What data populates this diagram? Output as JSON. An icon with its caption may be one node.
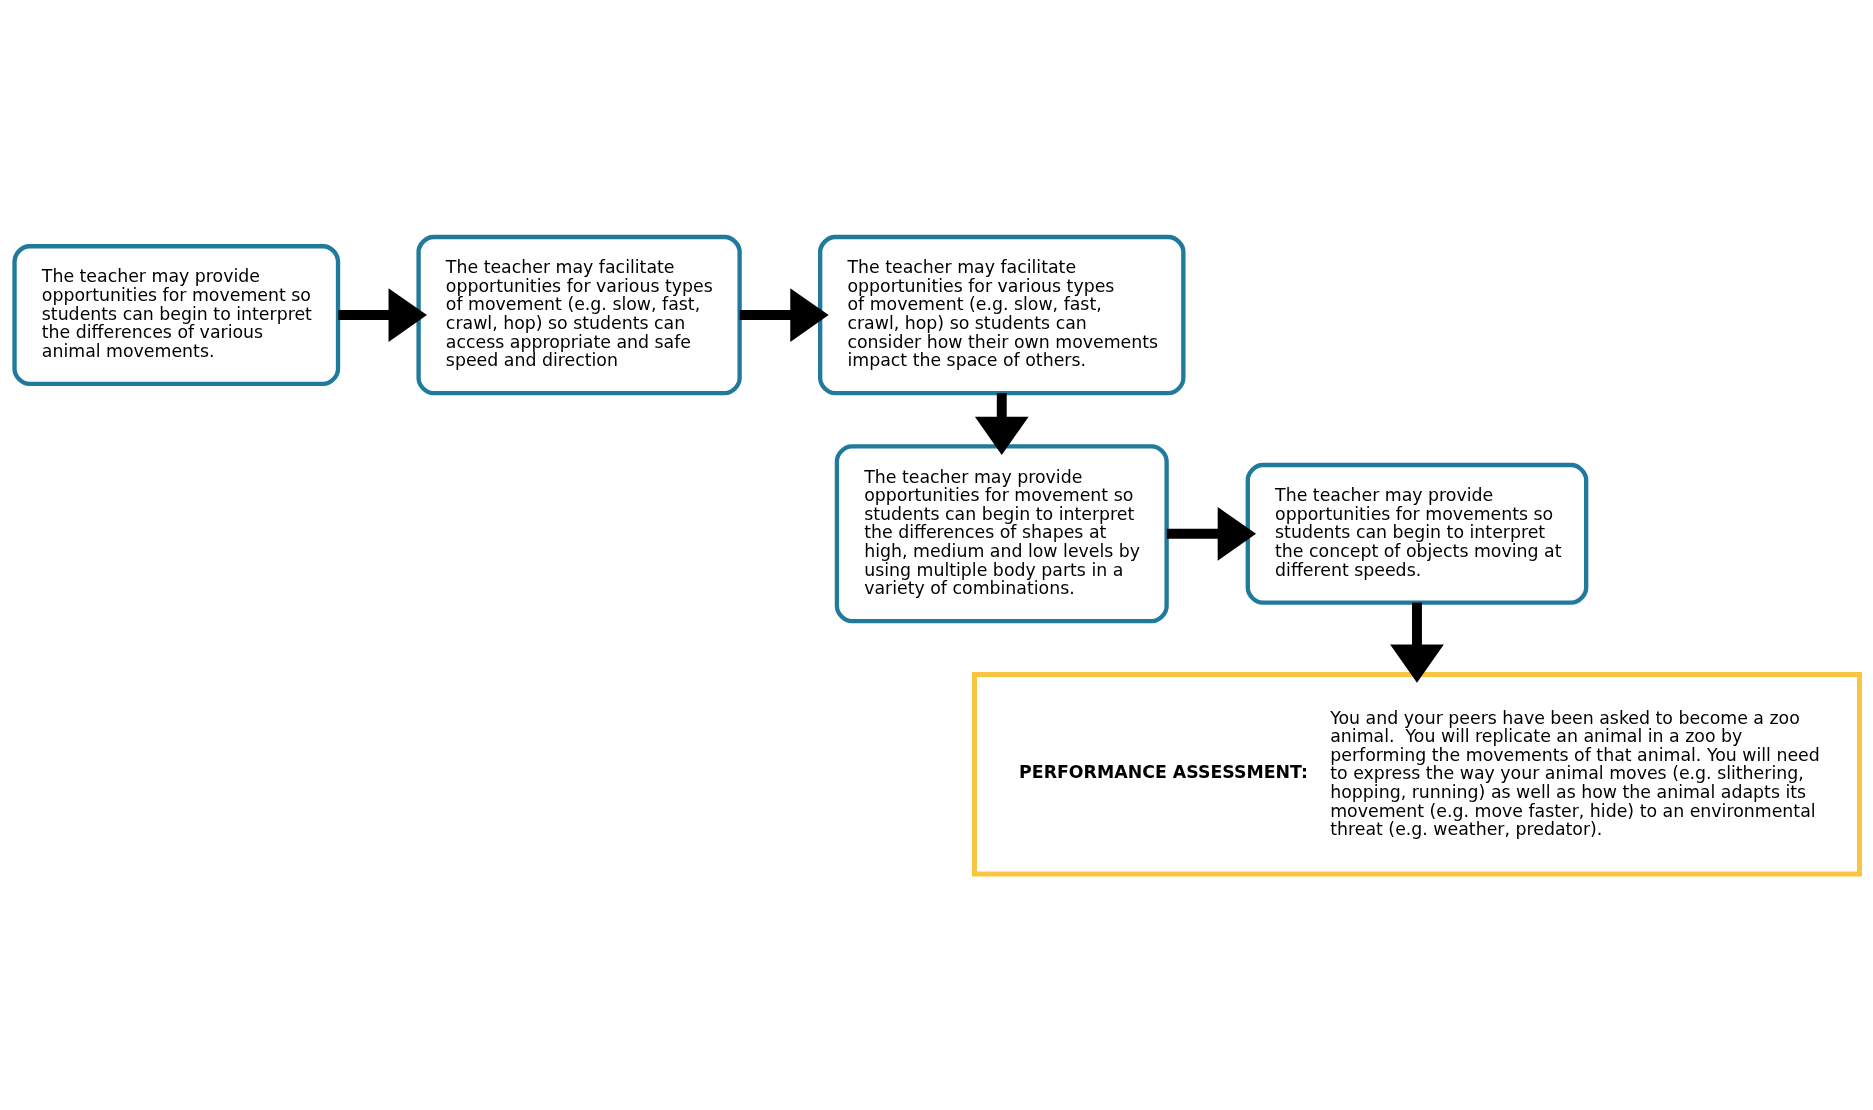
{
  "diagram": {
    "nodes": [
      {
        "text": [
          "The teacher may provide opportunities for movement so students can begin to interpret the differences of various animal movements."
        ]
      },
      {
        "text": [
          "The teacher may facilitate opportunities for various types of movement (e.g. slow, fast, crawl, hop) so students can access appropriate and safe speed and direction"
        ]
      },
      {
        "text": [
          "The teacher may facilitate opportunities for various types of movement (e.g. slow, fast, crawl, hop) so students can consider how their own movements impact the space of others."
        ]
      },
      {
        "text": [
          "The teacher may provide opportunities for movement so students can begin to interpret the differences of shapes at high, medium and low levels by using multiple body parts in a variety of combinations."
        ]
      },
      {
        "text": [
          "The teacher may provide opportunities for movements so students can begin to interpret the concept of objects moving at different speeds."
        ]
      },
      {
        "text": [
          "PERFORMANCE ASSESSMENT:",
          "You and your peers have been asked to become a zoo animal.  You will replicate an animal in a zoo by performing the movements of that animal. You will need to express the way your animal moves (e.g. slithering, hopping, running) as well as how the animal adapts its movement (e.g. move faster, hide) to an environmental threat (e.g. weather, predator)."
        ]
      }
    ],
    "edges": [
      {
        "from": 0,
        "to": 1,
        "arrow": "to"
      },
      {
        "from": 1,
        "to": 2,
        "arrow": "to"
      },
      {
        "from": 2,
        "to": 3,
        "arrow": "to"
      },
      {
        "from": 3,
        "to": 4,
        "arrow": "to"
      },
      {
        "from": 4,
        "to": 5,
        "arrow": "to"
      }
    ]
  }
}
